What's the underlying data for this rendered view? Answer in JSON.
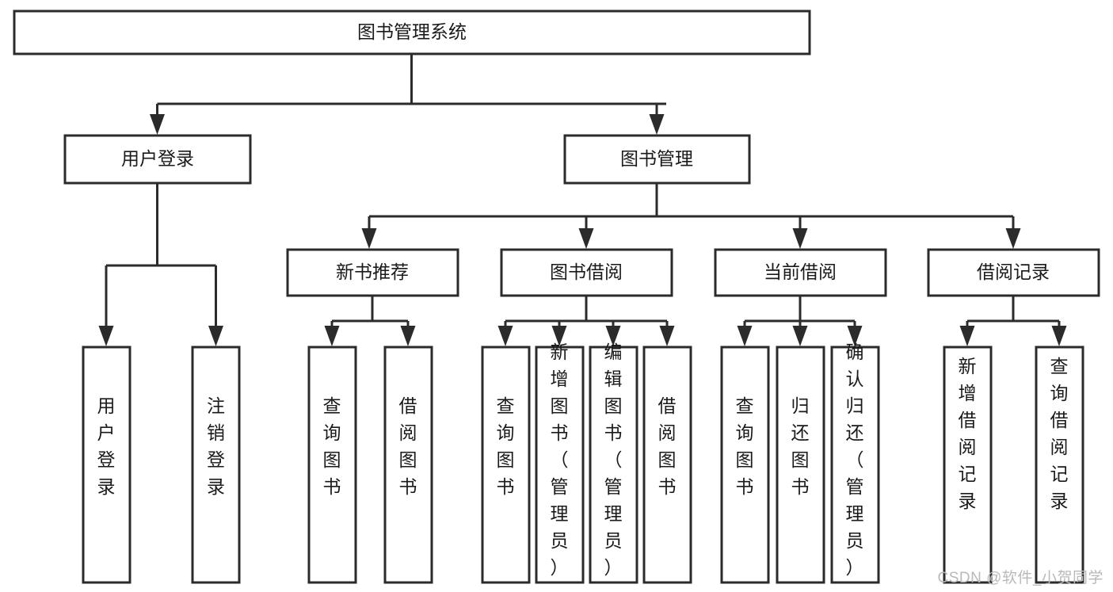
{
  "diagram": {
    "title": "图书管理系统",
    "type": "tree-hierarchy-diagram",
    "background_color": "#ffffff",
    "line_color": "#2b2b2b",
    "text_color": "#1a1a1a",
    "box_fill": "#ffffff"
  },
  "root": {
    "label": "图书管理系统"
  },
  "level2": [
    {
      "label": "用户登录"
    },
    {
      "label": "图书管理"
    }
  ],
  "level3": [
    {
      "label": "新书推荐"
    },
    {
      "label": "图书借阅"
    },
    {
      "label": "当前借阅"
    },
    {
      "label": "借阅记录"
    }
  ],
  "leaves": {
    "user_login": [
      {
        "label": "用户登录"
      },
      {
        "label": "注销登录"
      }
    ],
    "new_book_recommend": [
      {
        "label": "查询图书"
      },
      {
        "label": "借阅图书"
      }
    ],
    "book_borrow": [
      {
        "label": "查询图书"
      },
      {
        "label": "新增图书（管理员）"
      },
      {
        "label": "编辑图书（管理员）"
      },
      {
        "label": "借阅图书"
      }
    ],
    "current_borrow": [
      {
        "label": "查询图书"
      },
      {
        "label": "归还图书"
      },
      {
        "label": "确认归还（管理员）"
      }
    ],
    "borrow_record": [
      {
        "label": "新增借阅记录"
      },
      {
        "label": "查询借阅记录"
      }
    ]
  },
  "watermark": {
    "text": "CSDN @软件_小贺同学"
  }
}
